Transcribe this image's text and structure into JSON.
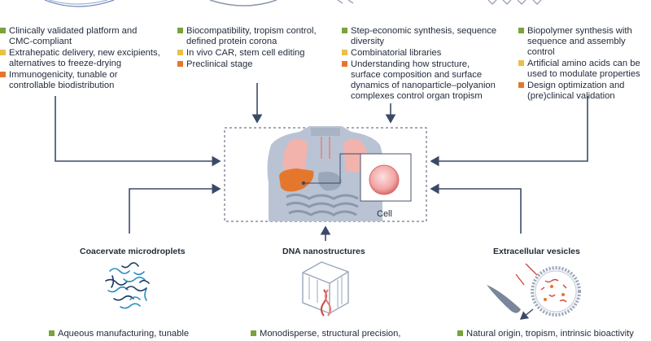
{
  "columns": [
    {
      "items": [
        {
          "color": "#7aa33a",
          "text": "Clinically validated platform and CMC-compliant"
        },
        {
          "color": "#e8c04a",
          "text": "Extrahepatic delivery, new excipients, alternatives to freeze-drying"
        },
        {
          "color": "#e5772d",
          "text": "Immunogenicity, tunable or controllable biodistribution"
        }
      ]
    },
    {
      "items": [
        {
          "color": "#7aa33a",
          "text": "Biocompatibility, tropism control, defined protein corona"
        },
        {
          "color": "#e8c04a",
          "text": "In vivo CAR, stem cell editing"
        },
        {
          "color": "#e5772d",
          "text": "Preclinical stage"
        }
      ]
    },
    {
      "items": [
        {
          "color": "#7aa33a",
          "text": "Step-economic synthesis, sequence diversity"
        },
        {
          "color": "#e8c04a",
          "text": "Combinatorial libraries"
        },
        {
          "color": "#e5772d",
          "text": "Understanding how structure, surface composition and surface dynamics of nanoparticle–polyanion complexes control organ tropism"
        }
      ]
    },
    {
      "items": [
        {
          "color": "#7aa33a",
          "text": "Biopolymer synthesis with sequence and assembly control"
        },
        {
          "color": "#e8c04a",
          "text": "Artificial amino acids can be used to modulate properties"
        },
        {
          "color": "#e5772d",
          "text": "Design optimization and (pre)clinical validation"
        }
      ]
    }
  ],
  "bottom": [
    {
      "title": "Coacervate microdroplets",
      "item": {
        "color": "#7aa33a",
        "text": "Aqueous manufacturing, tunable"
      }
    },
    {
      "title": "DNA nanostructures",
      "item": {
        "color": "#7aa33a",
        "text": "Monodisperse, structural precision,"
      }
    },
    {
      "title": "Extracellular vesicles",
      "item": {
        "color": "#7aa33a",
        "text": "Natural origin, tropism, intrinsic bioactivity"
      }
    }
  ],
  "cell_label": "Cell",
  "colors": {
    "arrow": "#3a4a66",
    "body": "#b9c3d3",
    "lung": "#f2b3ad",
    "liver": "#e5772d",
    "cell": "#e88a8a"
  }
}
